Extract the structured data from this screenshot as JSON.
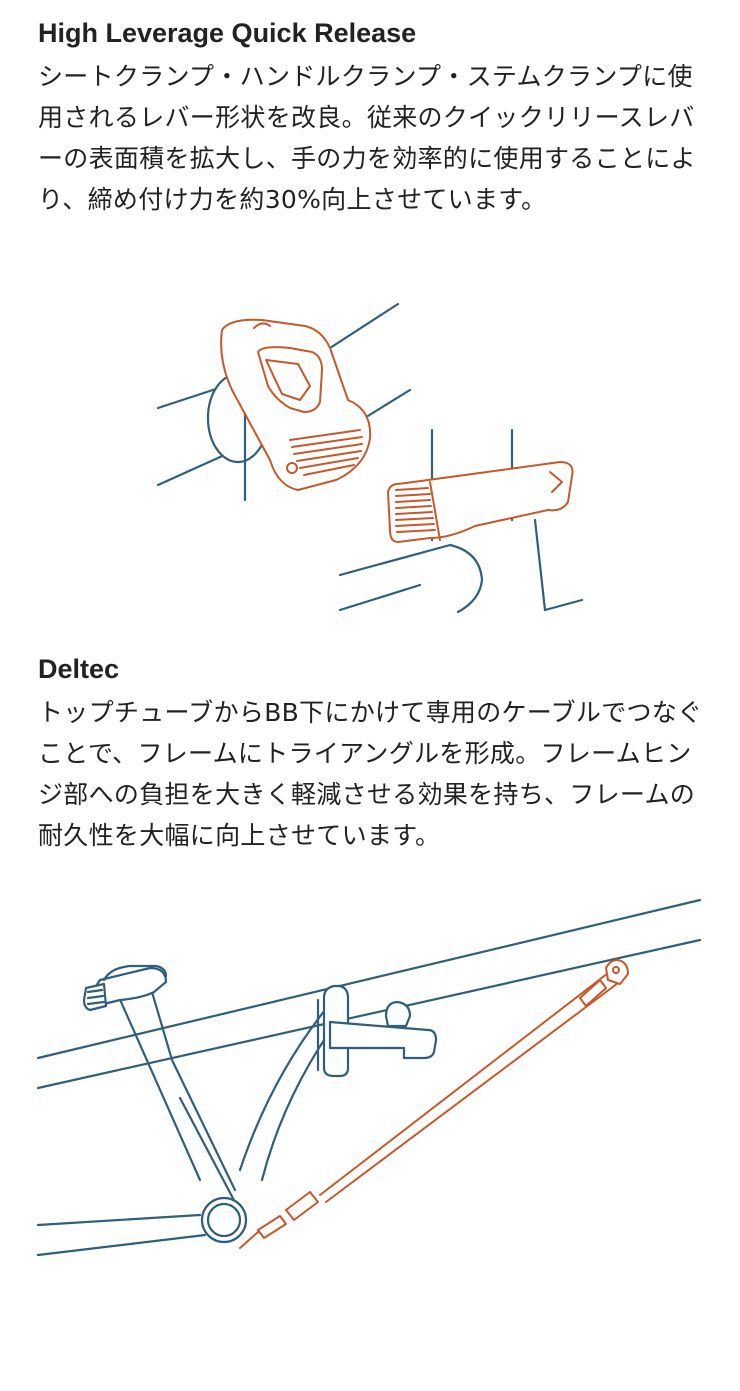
{
  "sections": [
    {
      "heading": "High Leverage Quick Release",
      "body": "シートクランプ・ハンドルクランプ・ステムクランプに使用されるレバー形状を改良。従来のクイックリリースレバーの表面積を拡大し、手の力を効率的に使用することにより、締め付け力を約30%向上させています。"
    },
    {
      "heading": "Deltec",
      "body": "トップチューブからBB下にかけて専用のケーブルでつなぐことで、フレームにトライアングルを形成。フレームヒンジ部への負担を大きく軽減させる効果を持ち、フレームの耐久性を大幅に向上させています。"
    }
  ],
  "colors": {
    "text": "#222222",
    "illustration_frame": "#2f5f7c",
    "illustration_accent": "#c8582a"
  }
}
